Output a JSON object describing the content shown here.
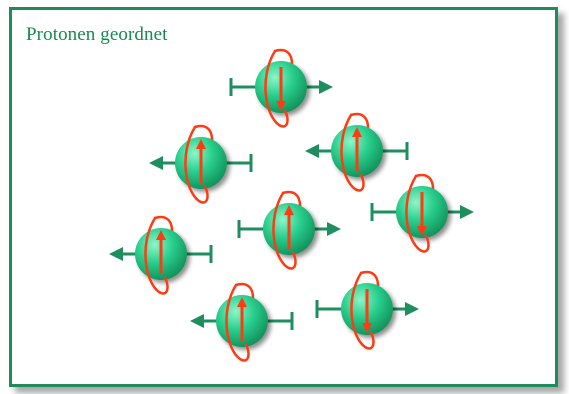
{
  "title": "Protonen geordnet",
  "colors": {
    "frame": "#1f8a5a",
    "title": "#178a4e",
    "proton_light": "#8ff5c8",
    "proton_mid": "#2ad08e",
    "proton_dark": "#0e8a55",
    "moment_arrow": "#1f8e5e",
    "spin_arrow": "#ff3b14"
  },
  "protons": [
    {
      "id": "p1",
      "moment_direction": "right",
      "spin_direction": "down"
    },
    {
      "id": "p2",
      "moment_direction": "left",
      "spin_direction": "up"
    },
    {
      "id": "p3",
      "moment_direction": "left",
      "spin_direction": "up"
    },
    {
      "id": "p4",
      "moment_direction": "right",
      "spin_direction": "up"
    },
    {
      "id": "p5",
      "moment_direction": "right",
      "spin_direction": "down"
    },
    {
      "id": "p6",
      "moment_direction": "left",
      "spin_direction": "up"
    },
    {
      "id": "p7",
      "moment_direction": "left",
      "spin_direction": "up"
    },
    {
      "id": "p8",
      "moment_direction": "right",
      "spin_direction": "down"
    }
  ]
}
